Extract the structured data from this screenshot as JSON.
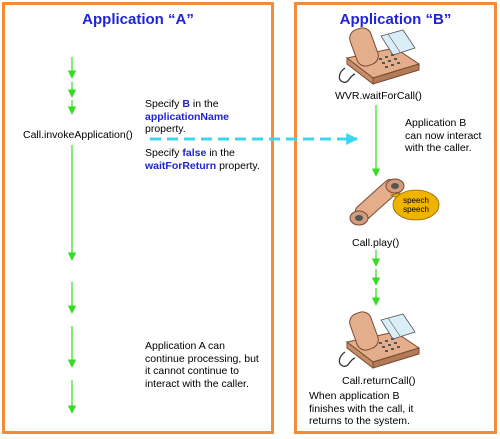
{
  "panel_a": {
    "title": "Application “A”",
    "method": "Call.invokeApplication()",
    "note1": {
      "pre": "Specify ",
      "value": "B",
      "mid": " in the",
      "property": "applicationName",
      "post": "property."
    },
    "note2": {
      "pre": "Specify ",
      "value": "false",
      "mid": " in the",
      "property": "waitForReturn",
      "post": " property."
    },
    "note3": "Application A can continue processing, but it cannot continue to interact with the caller."
  },
  "panel_b": {
    "title": "Application “B”",
    "wait_label": "WVR.waitForCall()",
    "interact_note": "Application B can now interact with the caller.",
    "speech_line1": "speech",
    "speech_line2": "speech",
    "play_label": "Call.play()",
    "return_label": "Call.returnCall()",
    "return_note": "When application B finishes with the call, it returns to the system."
  },
  "colors": {
    "panel_border": "#f28c3a",
    "title": "#1f24d6",
    "flow_arrow": "#33dd22",
    "transfer_arrow": "#3cd6ee",
    "speech_bubble": "#f0b400"
  }
}
